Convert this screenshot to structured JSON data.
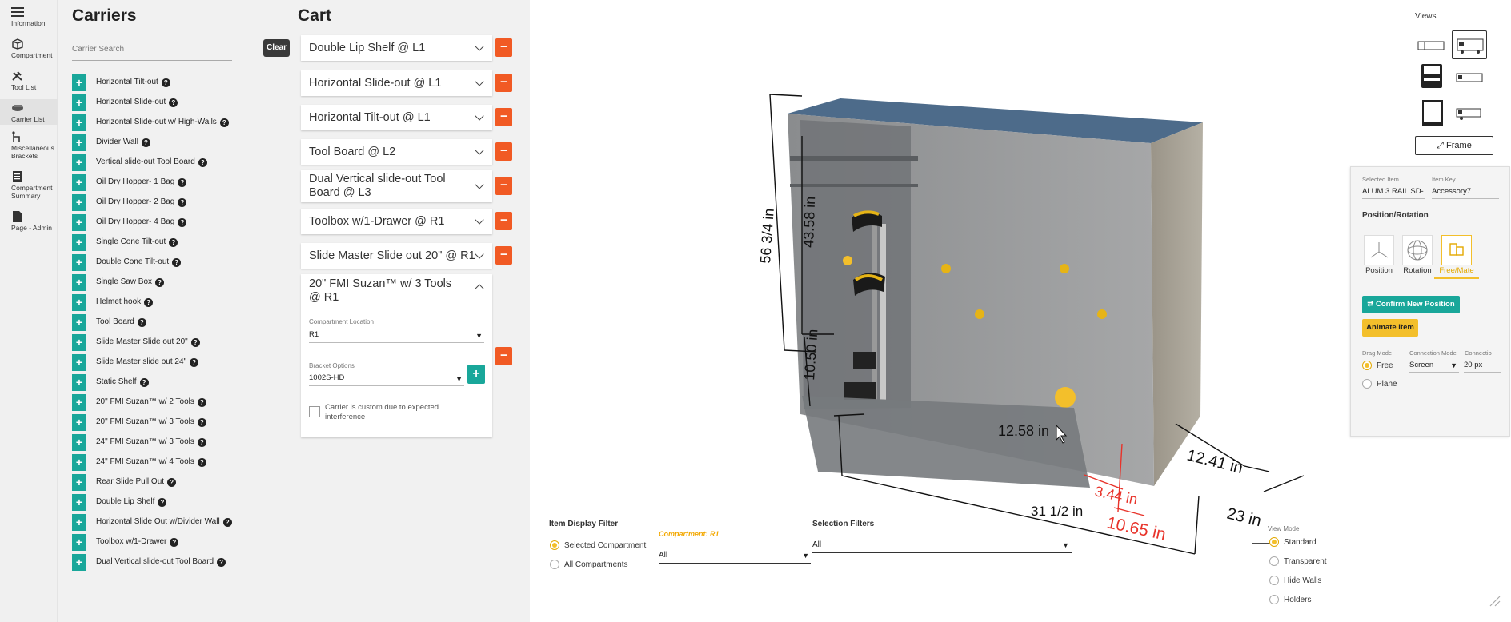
{
  "nav": {
    "items": [
      {
        "label": "Information",
        "icon": "menu-icon"
      },
      {
        "label": "Compartment",
        "icon": "box-icon"
      },
      {
        "label": "Tool List",
        "icon": "tools-icon"
      },
      {
        "label": "Carrier List",
        "icon": "carrier-icon"
      },
      {
        "label": "Miscellaneous Brackets",
        "icon": "bracket-icon"
      },
      {
        "label": "Compartment Summary",
        "icon": "document-icon"
      },
      {
        "label": "Page - Admin",
        "icon": "page-icon"
      }
    ]
  },
  "carriers": {
    "title": "Carriers",
    "search_placeholder": "Carrier Search",
    "clear_label": "Clear",
    "items": [
      "Horizontal Tilt-out",
      "Horizontal Slide-out",
      "Horizontal Slide-out w/ High-Walls",
      "Divider Wall",
      "Vertical slide-out Tool Board",
      "Oil Dry Hopper- 1 Bag",
      "Oil Dry Hopper- 2 Bag",
      "Oil Dry Hopper- 4 Bag",
      "Single Cone Tilt-out",
      "Double Cone Tilt-out",
      "Single Saw Box",
      "Helmet hook",
      "Tool Board",
      "Slide Master Slide out 20\"",
      "Slide Master slide out 24\"",
      "Static Shelf",
      "20\" FMI Suzan™ w/ 2 Tools",
      "20\" FMI Suzan™ w/ 3 Tools",
      "24\" FMI Suzan™ w/ 3 Tools",
      "24\" FMI Suzan™ w/ 4 Tools",
      "Rear Slide Pull Out",
      "Double Lip Shelf",
      "Horizontal Slide Out w/Divider Wall",
      "Toolbox w/1-Drawer",
      "Dual Vertical slide-out Tool Board"
    ]
  },
  "cart": {
    "title": "Cart",
    "items": [
      "Double Lip Shelf @ L1",
      "Horizontal Slide-out @ L1",
      "Horizontal Tilt-out @ L1",
      "Tool Board @ L2",
      "Dual Vertical slide-out Tool Board @ L3",
      "Toolbox w/1-Drawer @ R1",
      "Slide Master Slide out 20\" @ R1"
    ],
    "expanded": {
      "title": "20\" FMI Suzan™ w/ 3 Tools @ R1",
      "location_label": "Compartment Location",
      "location_value": "R1",
      "bracket_label": "Bracket Options",
      "bracket_value": "1002S-HD",
      "custom_label": "Carrier is custom due to expected interference"
    }
  },
  "scene": {
    "dims": [
      "56 3/4 in",
      "43.58 in",
      "10.50 in",
      "12.58 in",
      "12.41 in",
      "31 1/2 in",
      "23 in",
      "3.44 in",
      "10.65 in"
    ]
  },
  "views": {
    "title": "Views",
    "frame_label": "Frame"
  },
  "props": {
    "selected_item_label": "Selected Item",
    "selected_item_value": "ALUM 3 RAIL SD-",
    "item_key_label": "Item Key",
    "item_key_value": "Accessory7",
    "position_rotation_label": "Position/Rotation",
    "modes": [
      "Position",
      "Rotation",
      "Free/Mate"
    ],
    "confirm_label": "Confirm New Position",
    "animate_label": "Animate Item",
    "drag_mode_label": "Drag Mode",
    "connection_mode_label": "Connection Mode",
    "connection_label2": "Connectio",
    "free_label": "Free",
    "plane_label": "Plane",
    "screen_value": "Screen",
    "px_value": "20 px"
  },
  "filters": {
    "item_display_label": "Item Display Filter",
    "selected_compartment": "Selected Compartment",
    "all_compartments": "All Compartments",
    "compartment_label": "Compartment: R1",
    "compartment_select": "All",
    "selection_filters_label": "Selection Filters",
    "selection_select": "All"
  },
  "view_mode": {
    "label": "View Mode",
    "options": [
      "Standard",
      "Transparent",
      "Hide Walls",
      "Holders"
    ]
  },
  "colors": {
    "accent_teal": "#19a79a",
    "remove_orange": "#f15a24",
    "highlight_yellow": "#f3bf2b",
    "dimension_red": "#e8332a"
  }
}
